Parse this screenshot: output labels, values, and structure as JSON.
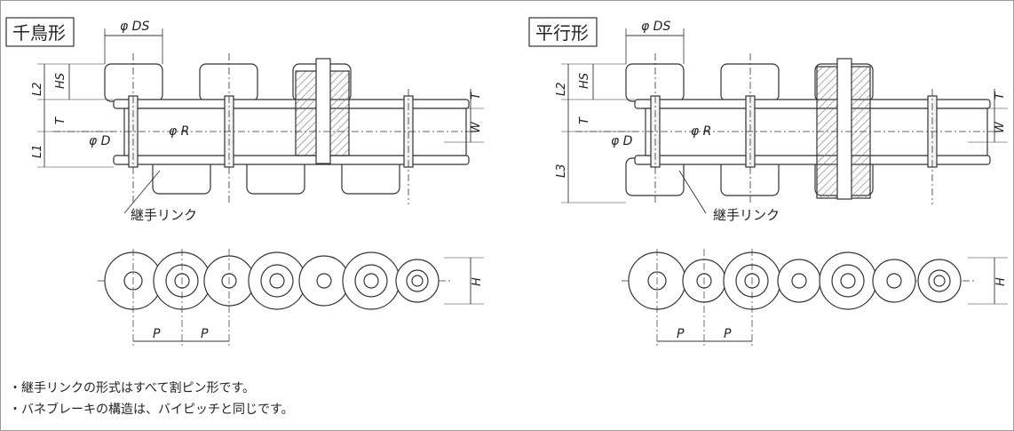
{
  "panels": [
    {
      "title": "千鳥形",
      "dims": {
        "ds": "φ DS",
        "hs": "HS",
        "l2": "L2",
        "l1": "L1",
        "t": "T",
        "r": "φ R",
        "d": "φ D",
        "w": "W",
        "h": "H",
        "p1": "P",
        "p2": "P"
      },
      "joint_link_label": "継手リンク"
    },
    {
      "title": "平行形",
      "dims": {
        "ds": "φ DS",
        "hs": "HS",
        "l2": "L2",
        "l1": "L3",
        "t": "T",
        "r": "φ R",
        "d": "φ D",
        "w": "W",
        "h": "H",
        "p1": "P",
        "p2": "P"
      },
      "joint_link_label": "継手リンク"
    }
  ],
  "notes": [
    "・継手リンクの形式はすべて割ピン形です。",
    "・バネブレーキの構造は、バイピッチと同じです。"
  ],
  "colors": {
    "line": "#333333",
    "hatch": "#777777",
    "frame": "#9a9a9a",
    "fill": "#f4f4f4"
  }
}
